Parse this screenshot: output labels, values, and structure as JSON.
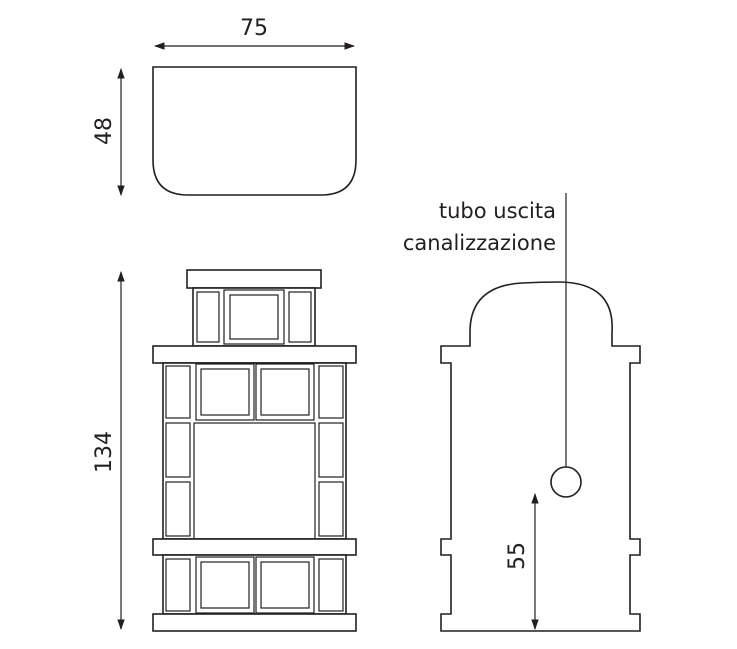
{
  "dimensions": {
    "top_width": "75",
    "top_height": "48",
    "total_height": "134",
    "outlet_height": "55"
  },
  "labels": {
    "outlet_line1": "tubo uscita",
    "outlet_line2": "canalizzazione"
  },
  "colors": {
    "line": "#231f20",
    "background": "#ffffff"
  }
}
